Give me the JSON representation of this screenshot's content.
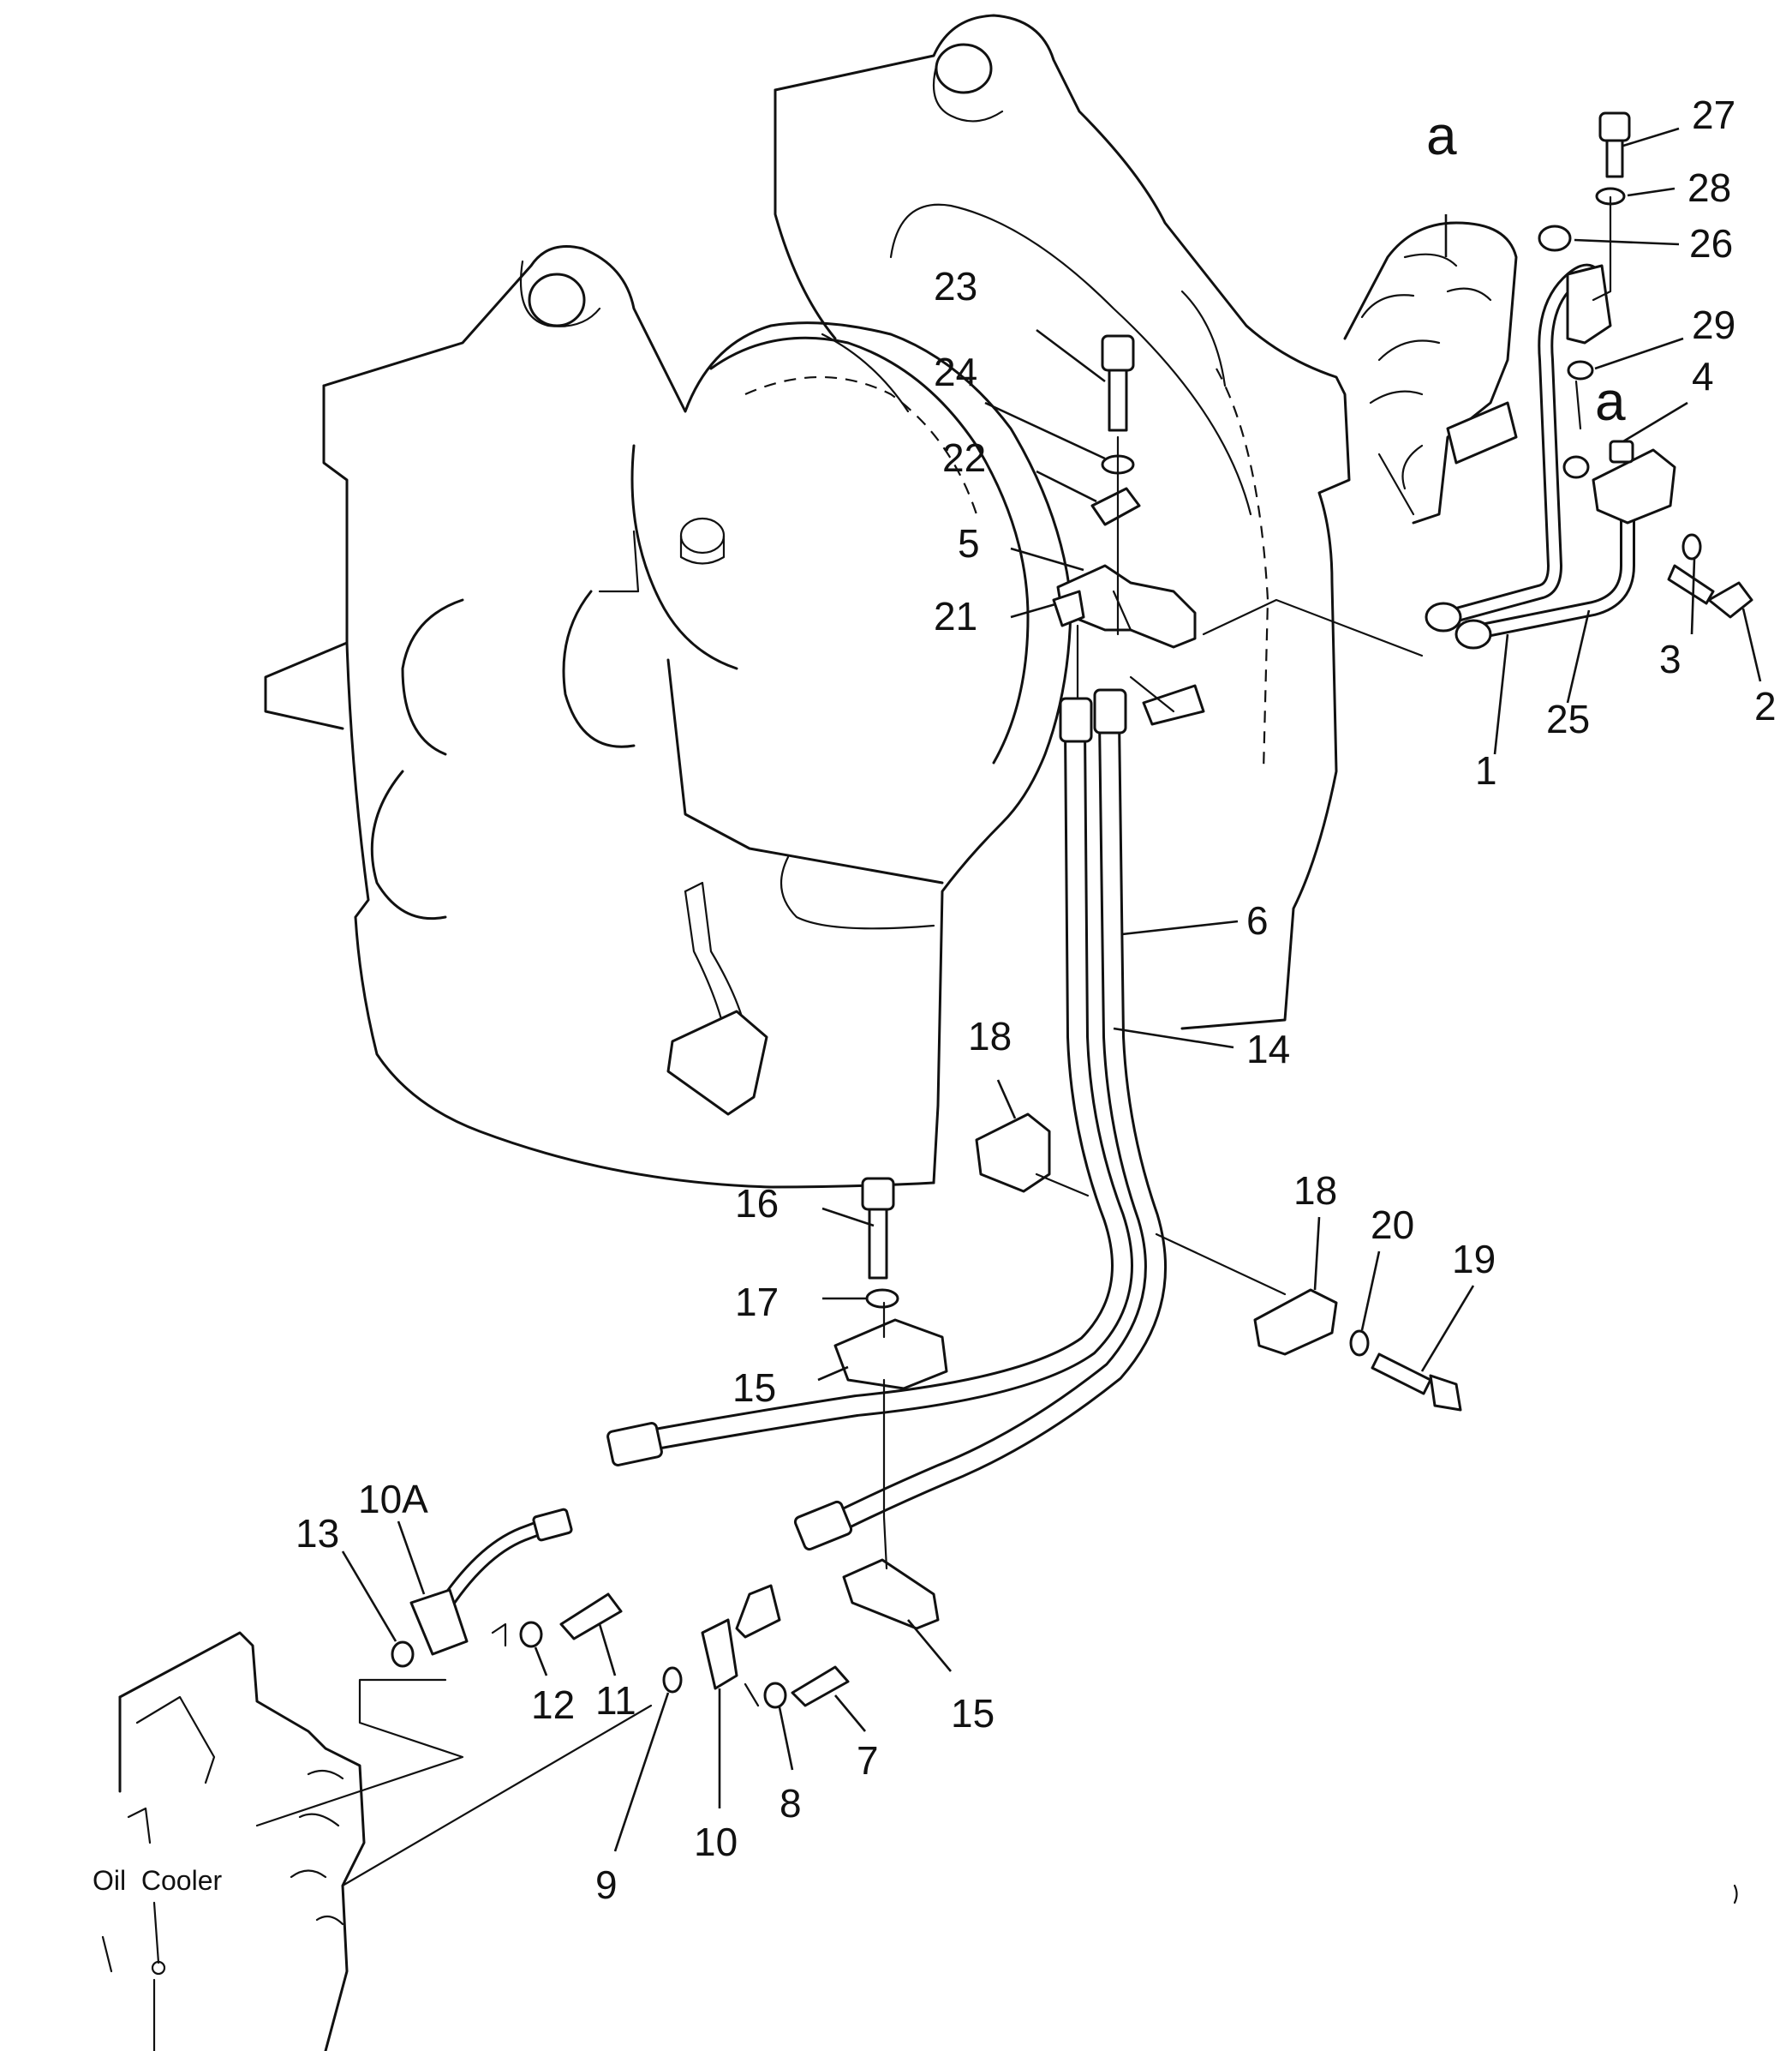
{
  "diagram": {
    "callouts": [
      "1",
      "2",
      "3",
      "4",
      "5",
      "6",
      "7",
      "8",
      "9",
      "10",
      "10A",
      "11",
      "12",
      "13",
      "14",
      "15",
      "15",
      "16",
      "17",
      "18",
      "18",
      "19",
      "20",
      "21",
      "22",
      "23",
      "24",
      "25",
      "26",
      "27",
      "28",
      "29"
    ],
    "view_marks": [
      "a",
      "a"
    ],
    "oil_cooler_label": "Oil  Cooler"
  }
}
